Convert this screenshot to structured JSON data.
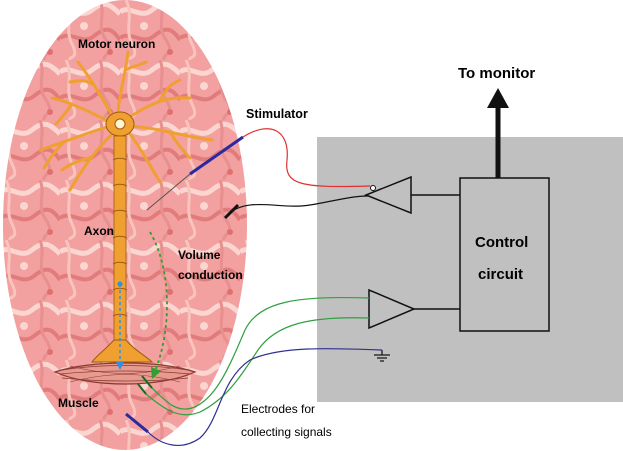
{
  "labels": {
    "motor_neuron": "Motor neuron",
    "axon": "Axon",
    "volume_line1": "Volume",
    "volume_line2": "conduction",
    "muscle": "Muscle",
    "stimulator": "Stimulator",
    "to_monitor": "To monitor",
    "control_line1": "Control",
    "control_line2": "circuit",
    "electrodes_line1": "Electrodes for",
    "electrodes_line2": "collecting signals"
  },
  "colors": {
    "tissue": "#f4a7a7",
    "tissue_dark": "#e07878",
    "tissue_light": "#fbd0cc",
    "panel": "#c0c0c0",
    "neuron": "#f0a030",
    "neuron_outline": "#a05a10",
    "stimulator_wire": "#e03030",
    "electrode_wire": "#30a040",
    "ground_wire": "#303090",
    "probe": "#2a2aa0",
    "arrow": "#111111",
    "volume_arrow": "#30a030",
    "axon_marker": "#3090e0"
  }
}
